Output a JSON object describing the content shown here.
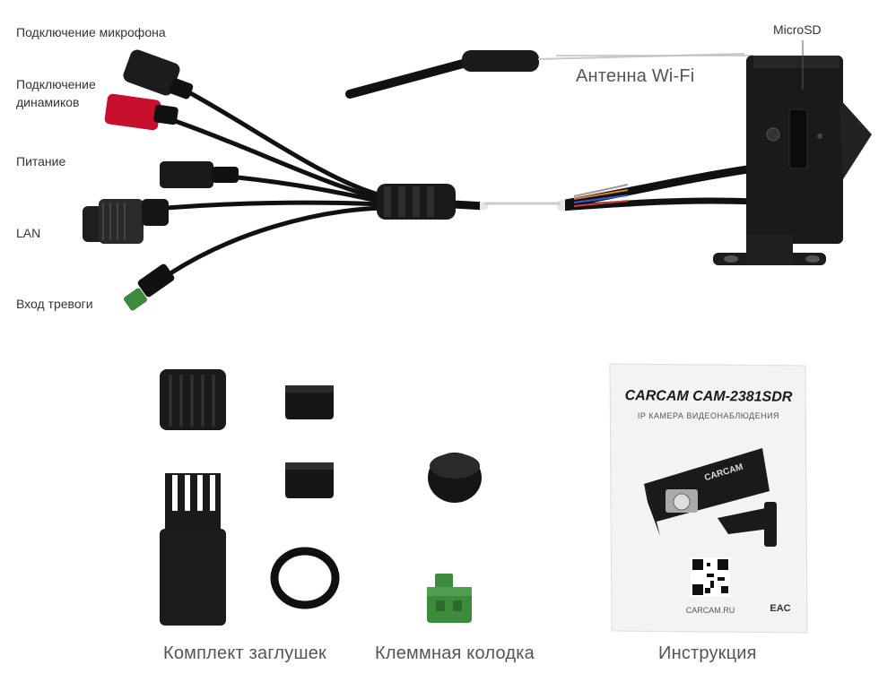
{
  "labels": {
    "mic": "Подключение микрофона",
    "speaker_line1": "Подключение",
    "speaker_line2": "динамиков",
    "power": "Питание",
    "lan": "LAN",
    "alarm": "Вход тревоги",
    "antenna": "Антенна Wi-Fi",
    "microsd": "MicroSD",
    "plugs": "Комплект заглушек",
    "terminal": "Клеммная колодка",
    "manual": "Инструкция"
  },
  "manual_doc": {
    "brand_model": "CARCAM CAM-2381SDR",
    "subtitle": "IP КАМЕРА ВИДЕОНАБЛЮДЕНИЯ",
    "camera_brand": "CARCAM",
    "site": "CARCAM.RU",
    "cert_mark": "EAC"
  },
  "colors": {
    "cable": "#111111",
    "red_connector": "#c8102e",
    "green_terminal": "#3c8a3c",
    "paper": "#f3f3f3"
  }
}
